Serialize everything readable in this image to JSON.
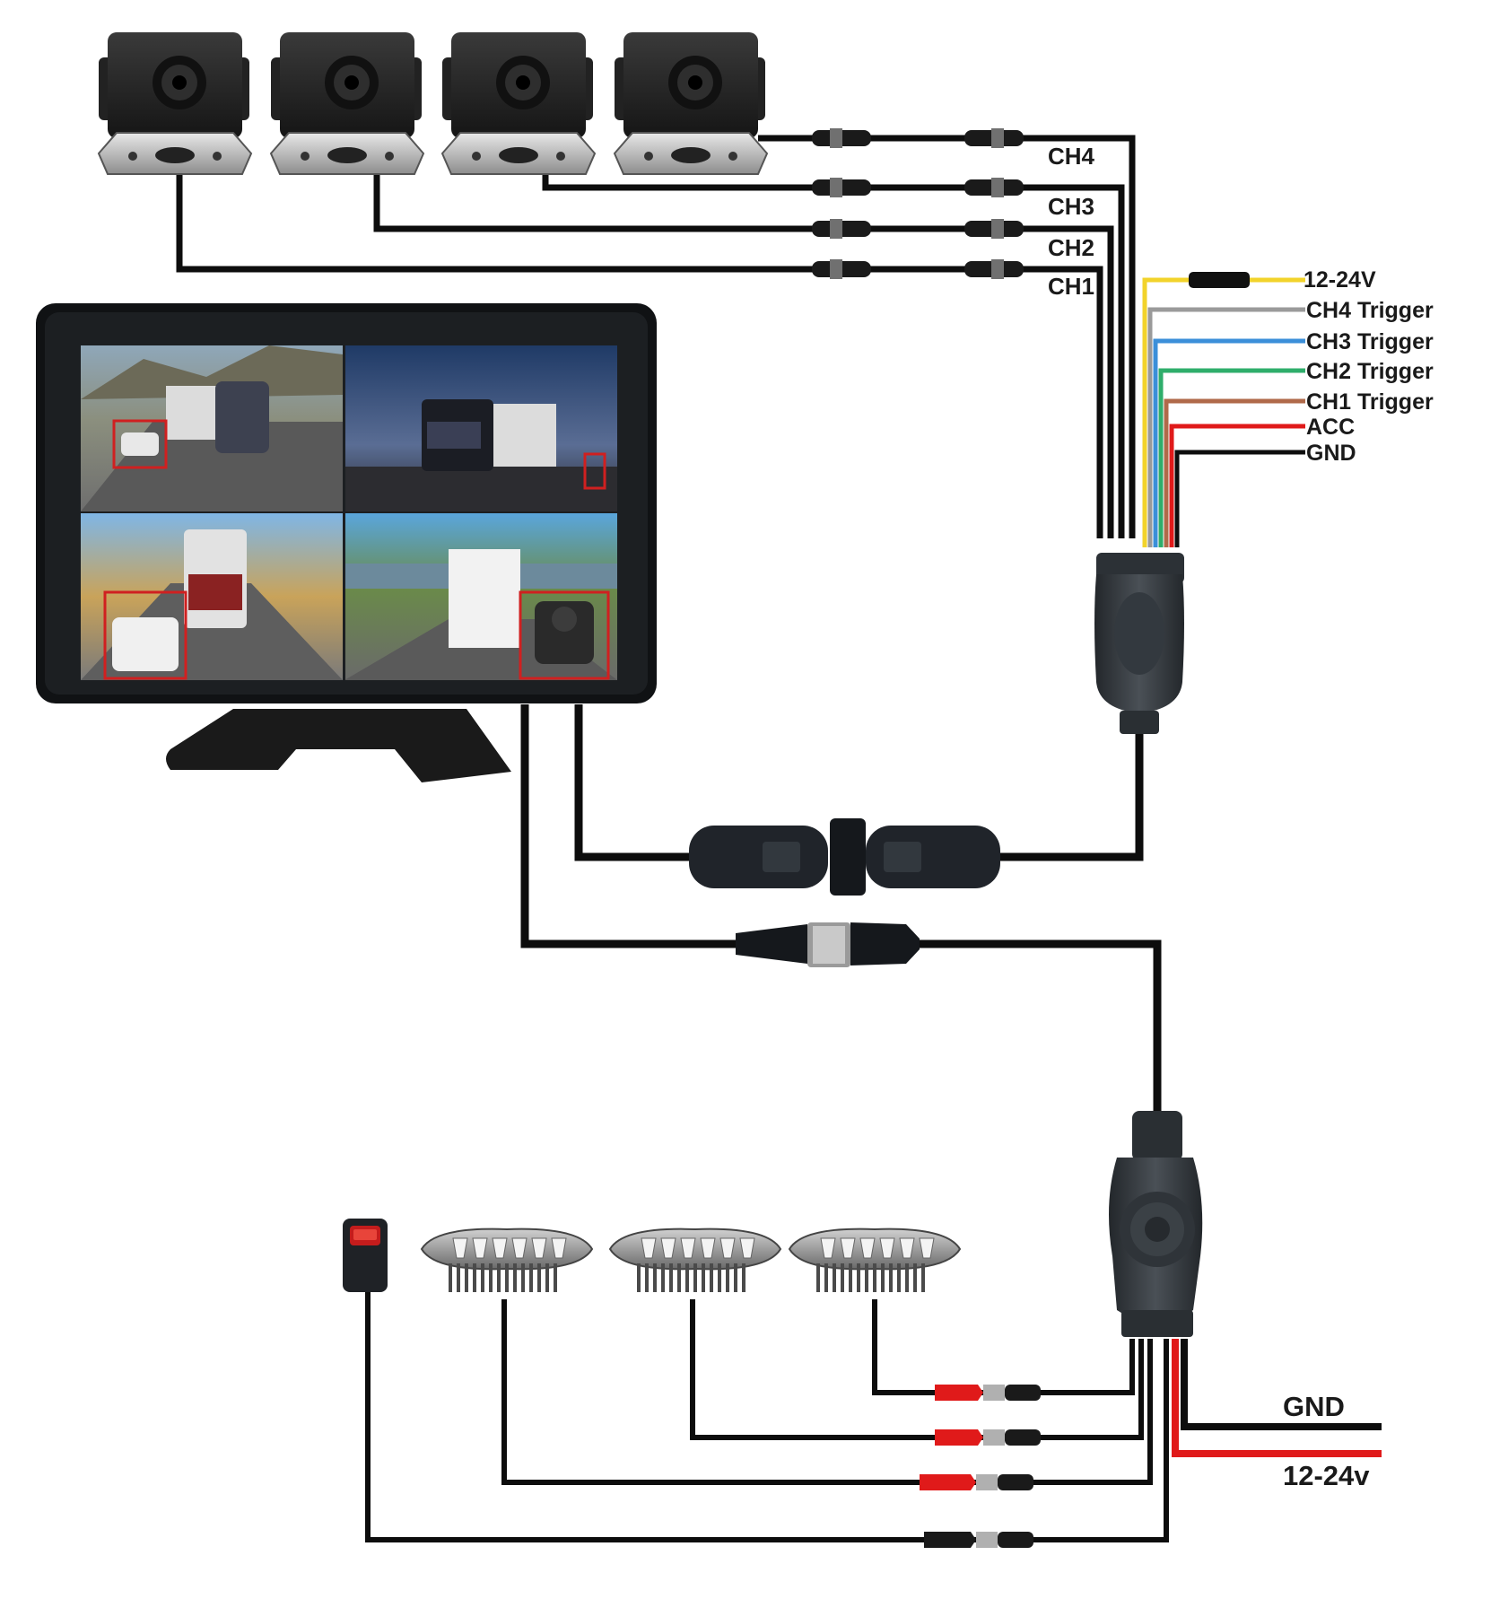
{
  "colors": {
    "cable": "#0d0d0d",
    "yellow": "#f2d32b",
    "gray": "#9a9a9a",
    "blue": "#3b8fd9",
    "green": "#2fae6b",
    "brown": "#b06a4a",
    "red": "#e01a1a",
    "black": "#0d0d0d"
  },
  "cameras": [
    {
      "name": "CH1 camera",
      "channel": "CH1"
    },
    {
      "name": "CH2 camera",
      "channel": "CH2"
    },
    {
      "name": "CH3 camera",
      "channel": "CH3"
    },
    {
      "name": "CH4 camera",
      "channel": "CH4"
    }
  ],
  "channel_labels": [
    "CH4",
    "CH3",
    "CH2",
    "CH1"
  ],
  "trigger_wires": [
    {
      "label": "12-24V",
      "color": "yellow"
    },
    {
      "label": "CH4 Trigger",
      "color": "gray"
    },
    {
      "label": "CH3 Trigger",
      "color": "blue"
    },
    {
      "label": "CH2 Trigger",
      "color": "green"
    },
    {
      "label": "CH1 Trigger",
      "color": "brown"
    },
    {
      "label": "ACC",
      "color": "red"
    },
    {
      "label": "GND",
      "color": "black"
    }
  ],
  "power": {
    "gnd_label": "GND",
    "vin_label": "12-24v"
  },
  "monitor": {
    "screen_views": [
      "view-ch1",
      "view-ch2",
      "view-ch3",
      "view-ch4"
    ],
    "detection_boxes": 4
  },
  "lights": [
    {
      "name": "light-bar-1"
    },
    {
      "name": "light-bar-2"
    },
    {
      "name": "light-bar-3"
    }
  ],
  "alarm": {
    "name": "alarm-buzzer"
  }
}
